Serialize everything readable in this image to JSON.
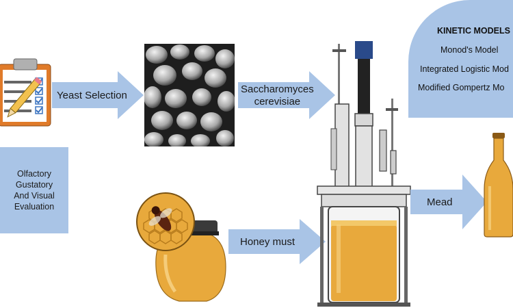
{
  "arrows": {
    "yeast_selection": "Yeast Selection",
    "saccharomyces_line1": "Saccharomyces",
    "saccharomyces_line2": "cerevisiae",
    "honey_must": "Honey must",
    "mead": "Mead"
  },
  "evaluation_box": {
    "line1": "Olfactory",
    "line2": "Gustatory",
    "line3": "And Visual",
    "line4": "Evaluation"
  },
  "kinetic_models": {
    "title": "KINETIC MODELS",
    "models": [
      "Monod's Model",
      "Integrated Logistic Mod",
      "Modified Gompertz Mo"
    ]
  },
  "colors": {
    "arrow_fill": "#a9c4e6",
    "honey": "#e8a93c",
    "bubble": "#a9c4e6"
  }
}
